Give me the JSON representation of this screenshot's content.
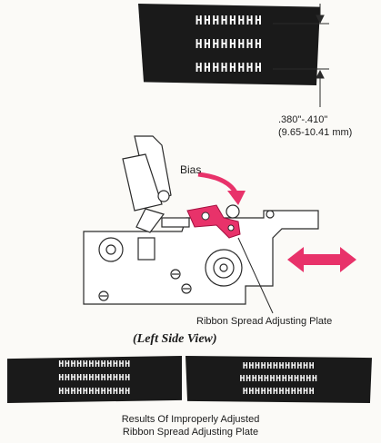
{
  "top_ribbon": {
    "rows": [
      "HHHHHHHH",
      "HHHHHHHH",
      "HHHHHHHH"
    ]
  },
  "measurement": {
    "inches": ".380\"-.410\"",
    "mm": "(9.65-10.41 mm)"
  },
  "labels": {
    "bias": "Bias",
    "plate": "Ribbon Spread Adjusting Plate",
    "view": "(Left Side View)"
  },
  "bottom_left_ribbon": {
    "rows": [
      "HHHHHHHHHHHH",
      "HHHHHHHHHHHH",
      "HHHHHHHHHHHH"
    ]
  },
  "bottom_right_ribbon": {
    "rows": [
      "HHHHHHHHHHHH",
      "HHHHHHHHHHHHH",
      "HHHHHHHHHHHH"
    ]
  },
  "caption": {
    "line1": "Results Of Improperly Adjusted",
    "line2": "Ribbon Spread Adjusting Plate"
  },
  "colors": {
    "ribbon": "#1a1a1a",
    "accent": "#e8326a",
    "line": "#2a2a2a"
  }
}
